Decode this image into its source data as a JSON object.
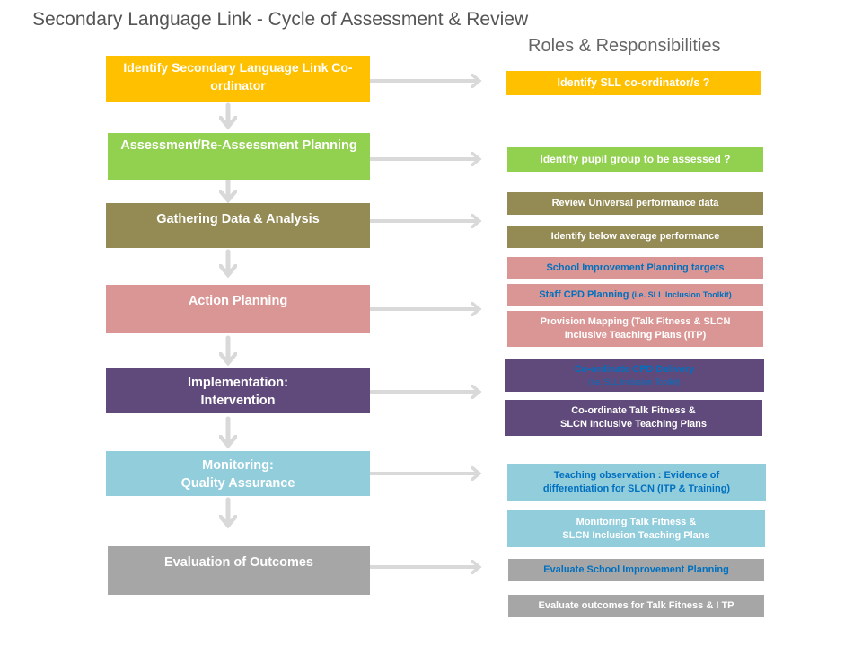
{
  "title": "Secondary Language Link - Cycle of Assessment & Review",
  "subtitle": "Roles & Responsibilities",
  "colors": {
    "yellow": "#FFC000",
    "green": "#92D050",
    "olive": "#948A54",
    "pink": "#D99694",
    "purple": "#604A7B",
    "lightblue": "#92CDDC",
    "grey": "#A6A6A6",
    "arrow": "#D9D9D9",
    "blue_text": "#0070C0"
  },
  "stages": [
    {
      "label": "Identify Secondary Language Link  Co-ordinator"
    },
    {
      "label": "Assessment/Re-Assessment Planning"
    },
    {
      "label": "Gathering  Data & Analysis"
    },
    {
      "label": "Action Planning"
    },
    {
      "label": "Implementation:\nIntervention"
    },
    {
      "label": "Monitoring:\nQuality Assurance"
    },
    {
      "label": "Evaluation of Outcomes"
    }
  ],
  "roles": [
    {
      "label": "Identify SLL co-ordinator/s ?"
    },
    {
      "label": "Identify pupil group to be assessed ?"
    },
    {
      "label": "Review Universal performance data"
    },
    {
      "label": "Identify below average performance"
    },
    {
      "label": "School Improvement  Planning targets"
    },
    {
      "label": "Staff CPD Planning",
      "note": "(i.e. SLL Inclusion Toolkit)"
    },
    {
      "label": "Provision Mapping (Talk Fitness & SLCN\nInclusive Teaching Plans (ITP)"
    },
    {
      "label": "Co-ordinate  CPD Delivery",
      "note": "(i.e. SLL Inclusion Toolkit)"
    },
    {
      "label": "Co-ordinate Talk Fitness &\nSLCN Inclusive Teaching Plans"
    },
    {
      "label": "Teaching  observation  : Evidence of\ndifferentiation for SLCN (ITP & Training)"
    },
    {
      "label": "Monitoring Talk Fitness &\nSLCN Inclusion Teaching Plans"
    },
    {
      "label": "Evaluate School Improvement  Planning"
    },
    {
      "label": "Evaluate outcomes for  Talk Fitness & I TP"
    }
  ]
}
